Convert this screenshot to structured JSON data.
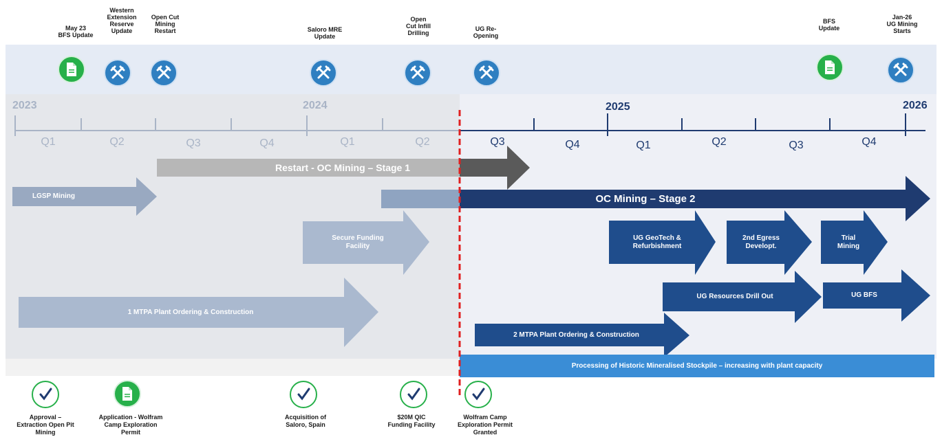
{
  "milestones_top": [
    {
      "label": "May 23\nBFS Update",
      "icon": "doc-icon"
    },
    {
      "label": "Western\nExtension\nReserve\nUpdate",
      "icon": "mining-icon"
    },
    {
      "label": "Open Cut\nMining\nRestart",
      "icon": "mining-icon"
    },
    {
      "label": "Saloro MRE\nUpdate",
      "icon": "mining-icon"
    },
    {
      "label": "Open\nCut Infill\nDrilling",
      "icon": "mining-icon"
    },
    {
      "label": "UG Re-\nOpening",
      "icon": "mining-icon"
    },
    {
      "label": "BFS\nUpdate",
      "icon": "doc-icon"
    },
    {
      "label": "Jan-26\nUG Mining\nStarts",
      "icon": "mining-icon"
    }
  ],
  "timeline": {
    "years": [
      "2023",
      "2024",
      "2025",
      "2026"
    ],
    "quarters": [
      "Q1",
      "Q2",
      "Q3",
      "Q4",
      "Q1",
      "Q2",
      "Q3",
      "Q4",
      "Q1",
      "Q2",
      "Q3",
      "Q4"
    ]
  },
  "bars": {
    "restart_oc": "Restart - OC Mining – Stage 1",
    "lgsp": "LGSP Mining",
    "oc_stage2": "OC Mining – Stage 2",
    "funding": "Secure Funding\nFacility",
    "ug_geotech": "UG GeoTech &\nRefurbishment",
    "egress": "2nd Egress\nDevelopt.",
    "trial": "Trial\nMining",
    "plant1": "1 MTPA Plant Ordering & Construction",
    "ug_drill": "UG Resources Drill Out",
    "ug_bfs": "UG BFS",
    "plant2": "2 MTPA Plant Ordering & Construction",
    "stockpile": "Processing of Historic Mineralised Stockpile – increasing with plant capacity"
  },
  "milestones_bottom": [
    {
      "label": "Approval –\nExtraction Open Pit\nMining",
      "icon": "check-icon"
    },
    {
      "label": "Application - Wolfram\nCamp Exploration\nPermit",
      "icon": "doc-icon"
    },
    {
      "label": "Acquisition of\nSaloro, Spain",
      "icon": "check-icon"
    },
    {
      "label": "$20M QIC\nFunding Facility",
      "icon": "check-icon"
    },
    {
      "label": "Wolfram Camp\nExploration Permit\nGranted",
      "icon": "check-icon"
    }
  ],
  "colors": {
    "past_year": "#a9b4c6",
    "future_year": "#1f3b70",
    "today_line": "#e02020"
  }
}
